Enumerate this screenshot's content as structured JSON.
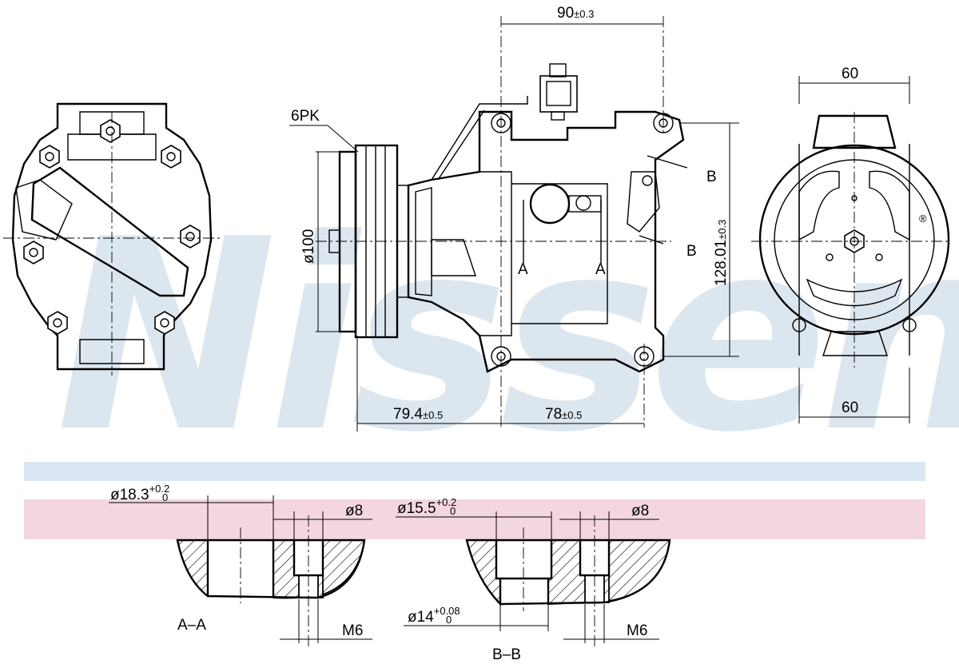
{
  "watermark": {
    "text": "Nissens",
    "color": "#dce6ef"
  },
  "colors": {
    "band_blue": "#d9e6f2",
    "band_pink": "#f4d7de",
    "ink": "#000000"
  },
  "dimensions": {
    "top_width": "90",
    "top_width_tol": "±0.3",
    "height": "128.01",
    "height_tol": "±0.3",
    "pulley_diameter": "ø100",
    "pulley_type": "6PK",
    "front_to_mount": "79.4",
    "front_to_mount_tol": "±0.5",
    "mount_to_rear": "78",
    "mount_to_rear_tol": "±0.5",
    "rear_top_width": "60",
    "rear_bottom_width": "60"
  },
  "section_markers": {
    "a": "A",
    "b": "B"
  },
  "section_aa": {
    "title": "A–A",
    "bore": "ø18.3",
    "bore_tol_upper": "+0.2",
    "bore_tol_lower": "0",
    "hole": "ø8",
    "thread": "M6"
  },
  "section_bb": {
    "title": "B–B",
    "bore": "ø15.5",
    "bore_tol_upper": "+0.2",
    "bore_tol_lower": "0",
    "inner_bore": "ø14",
    "inner_tol_upper": "+0.08",
    "inner_tol_lower": "0",
    "hole": "ø8",
    "thread": "M6"
  },
  "registered_mark": "®"
}
